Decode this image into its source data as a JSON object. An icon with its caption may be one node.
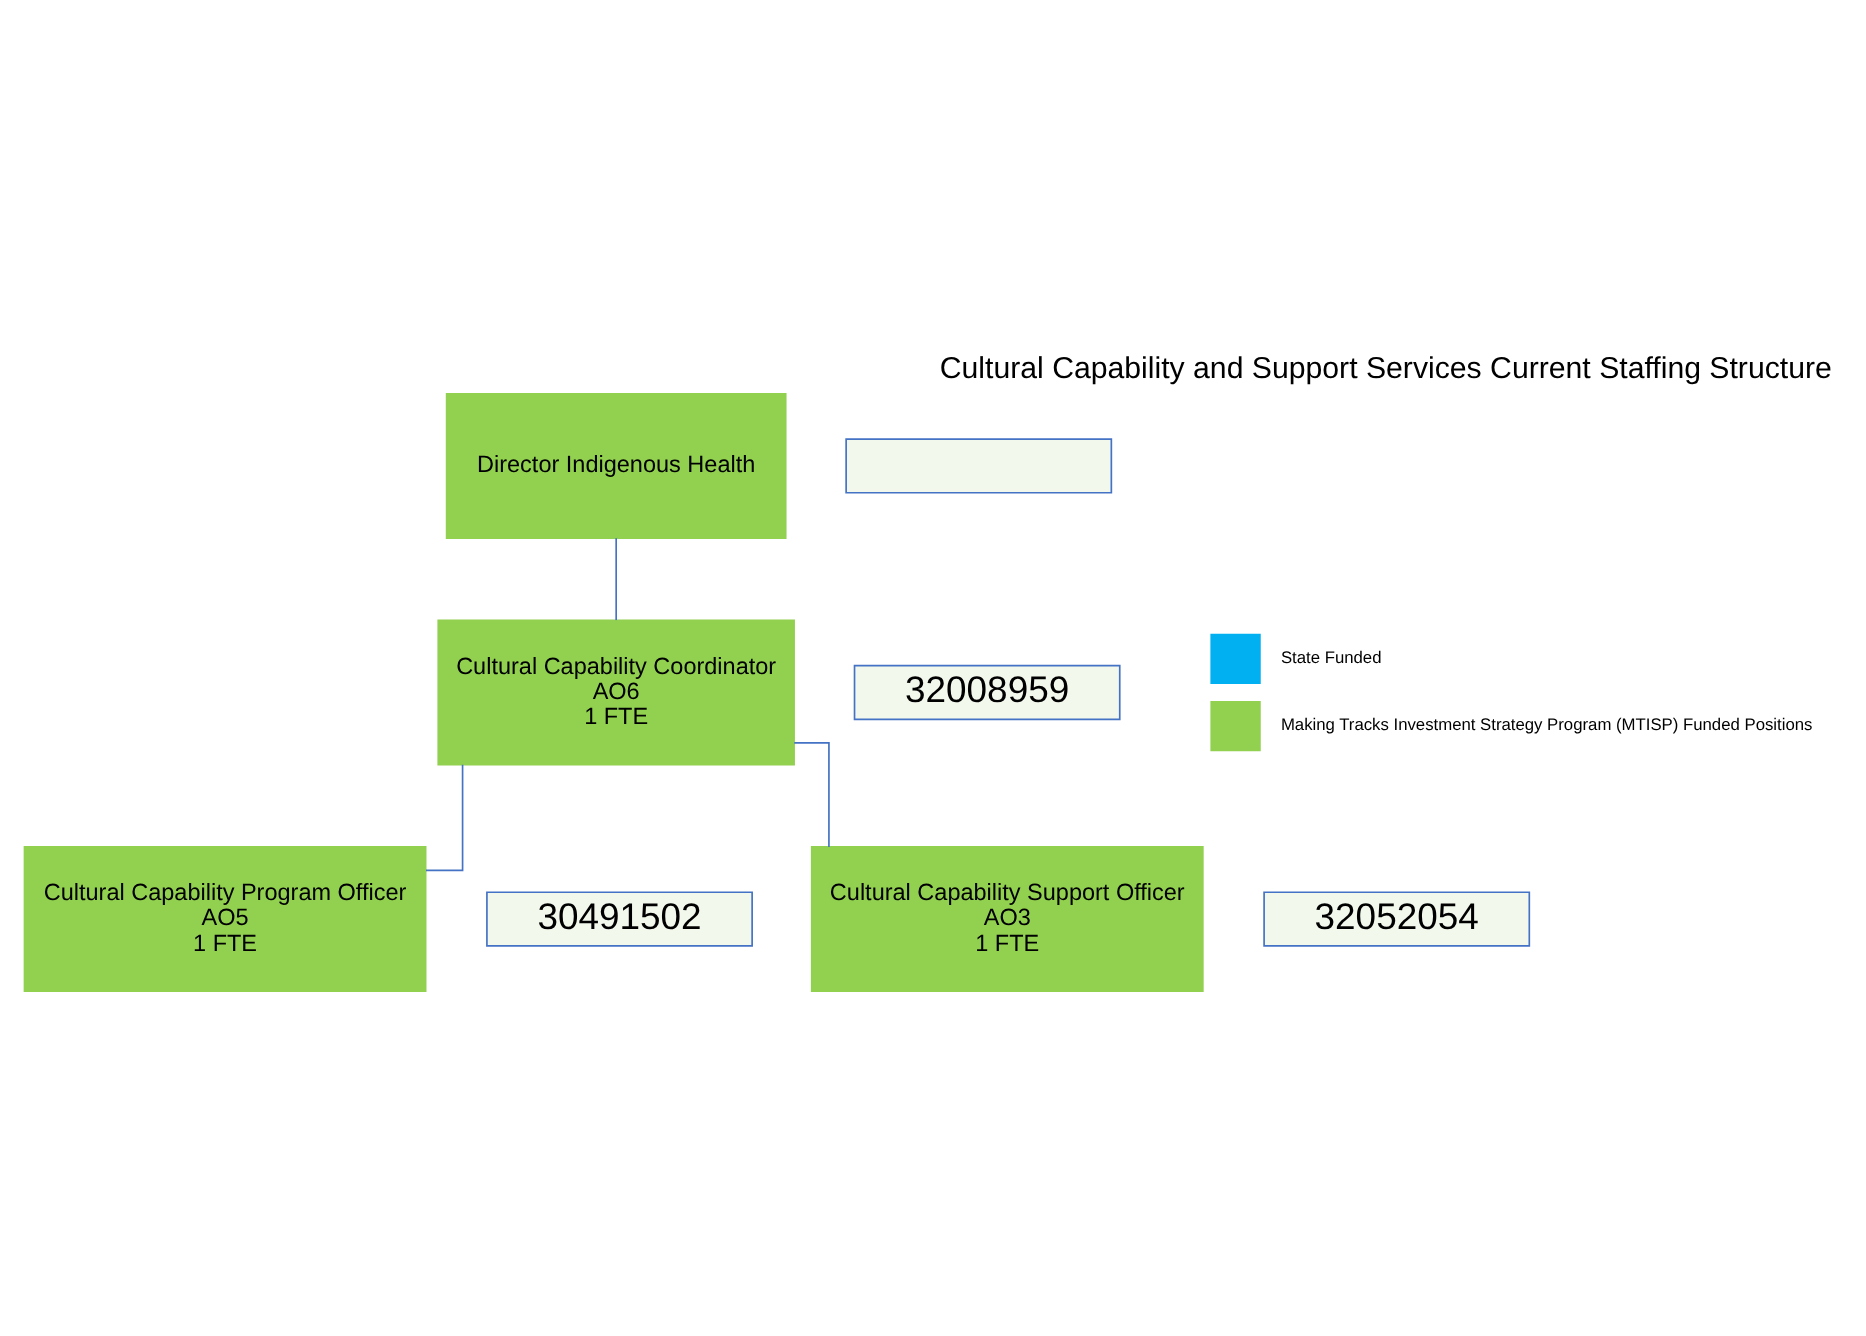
{
  "diagram": {
    "title": "Cultural Capability and Support Services Current Staffing Structure",
    "nodes": [
      {
        "text": [
          "Director Indigenous Health"
        ]
      },
      {
        "text": [],
        "shape": "box"
      },
      {
        "text": [
          "Cultural Capability Coordinator",
          "AO6",
          "1 FTE"
        ]
      },
      {
        "text": [
          "32008959"
        ]
      },
      {
        "text": [
          "Cultural Capability Program Officer",
          "AO5",
          "1 FTE"
        ]
      },
      {
        "text": [
          "30491502"
        ]
      },
      {
        "text": [
          "Cultural Capability Support Officer",
          "AO3",
          "1 FTE"
        ]
      },
      {
        "text": [
          "32052054"
        ]
      }
    ],
    "edges": [
      {
        "from": 0,
        "to": 2,
        "arrow": "none"
      },
      {
        "from": 2,
        "to": 4,
        "arrow": "none"
      },
      {
        "from": 2,
        "to": 6,
        "arrow": "none"
      }
    ],
    "legend": [
      {
        "text": "State Funded",
        "color": "#00b0f0"
      },
      {
        "text": "Making Tracks Investment Strategy Program (MTISP) Funded Positions",
        "color": "#92d050"
      }
    ]
  }
}
